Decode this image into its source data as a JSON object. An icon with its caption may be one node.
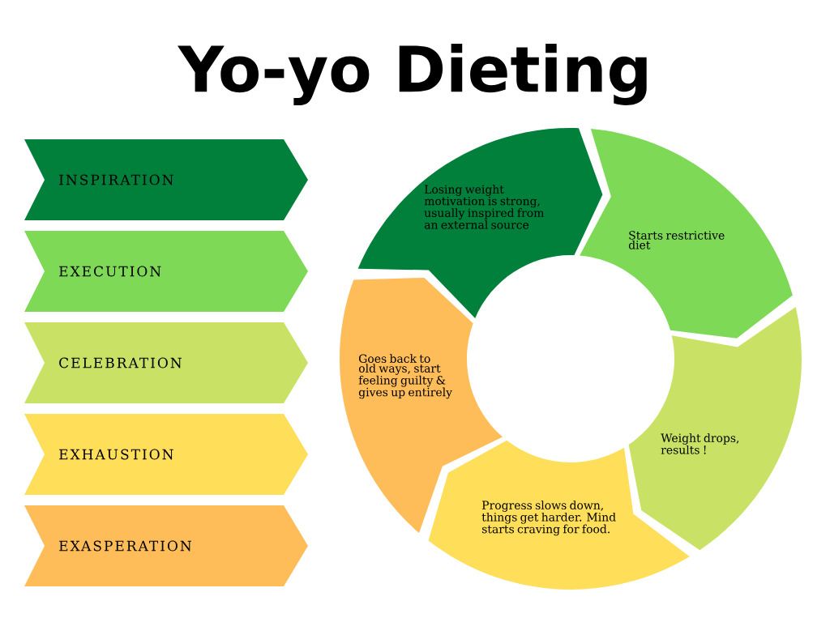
{
  "diagram": {
    "title": "Yo-yo Dieting",
    "nodes": [
      {
        "text": [
          "INSPIRATION"
        ]
      },
      {
        "text": [
          "EXECUTION"
        ]
      },
      {
        "text": [
          "CELEBRATION"
        ]
      },
      {
        "text": [
          "EXHAUSTION"
        ]
      },
      {
        "text": [
          "EXASPERATION"
        ]
      },
      {
        "text": [
          "Losing weight motivation is strong, usually inspired from an external source"
        ]
      },
      {
        "text": [
          "Starts restrictive diet"
        ]
      },
      {
        "text": [
          "Weight drops, results !"
        ]
      },
      {
        "text": [
          "Progress slows down, things get harder. Mind starts craving for food."
        ]
      },
      {
        "text": [
          "Goes back to old ways, start feeling guilty & gives up entirely"
        ]
      }
    ]
  }
}
